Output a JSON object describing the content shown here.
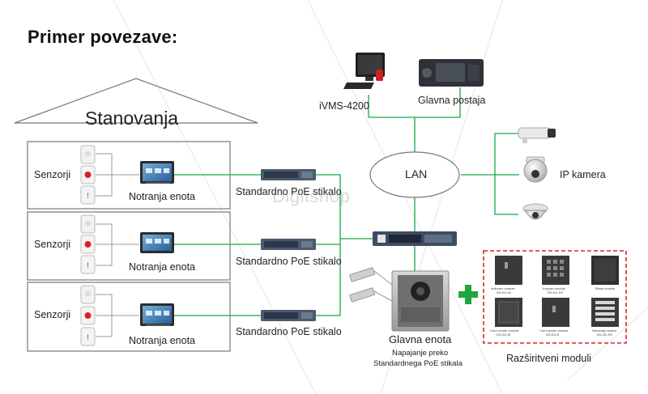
{
  "heading": "Primer povezave:",
  "building": {
    "title": "Stanovanja",
    "floors": [
      {
        "sensors_label": "Senzorji",
        "indoor_label": "Notranja enota",
        "switch_label": "Standardno PoE stikalo"
      },
      {
        "sensors_label": "Senzorji",
        "indoor_label": "Notranja enota",
        "switch_label": "Standardno PoE stikalo"
      },
      {
        "sensors_label": "Senzorji",
        "indoor_label": "Notranja enota",
        "switch_label": "Standardno PoE stikalo"
      }
    ]
  },
  "top": {
    "ivms_label": "iVMS-4200",
    "master_label": "Glavna postaja"
  },
  "lan_label": "LAN",
  "camera_label": "IP kamera",
  "main_unit": {
    "label": "Glavna enota",
    "note_line1": "Napajanje preko",
    "note_line2": "Standardnega PoE stikala"
  },
  "modules": {
    "label": "Razširitveni moduli",
    "items": [
      {
        "line1": "Indicator module",
        "line2": "DS-KD-IN"
      },
      {
        "line1": "Keypad module",
        "line2": "DS-KD-KP"
      },
      {
        "line1": "Blank module",
        "line2": ""
      },
      {
        "line1": "Card reader module",
        "line2": "DS-KD-M"
      },
      {
        "line1": "Card reader module",
        "line2": "DS-KD-E"
      },
      {
        "line1": "Nametag module",
        "line2": "DS-KD-KK"
      }
    ]
  },
  "watermark": "Digitshop",
  "colors": {
    "connection": "#18a84a",
    "plus": "#1ea83c",
    "modules_border": "#d9262c",
    "cable": "#999999"
  }
}
